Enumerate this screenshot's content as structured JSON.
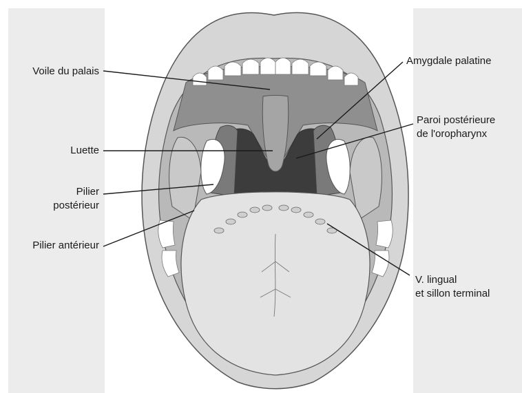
{
  "labels": {
    "voile_du_palais": "Voile du palais",
    "luette": "Luette",
    "pilier_posterieur_1": "Pilier",
    "pilier_posterieur_2": "postérieur",
    "pilier_anterieur": "Pilier antérieur",
    "amygdale_palatine": "Amygdale palatine",
    "paroi_posterieure_1": "Paroi postérieure",
    "paroi_posterieure_2": "de l'oropharynx",
    "v_lingual_1": "V. lingual",
    "v_lingual_2": "et sillon terminal"
  },
  "colors": {
    "panel": "#ececec",
    "lips": "#d6d6d6",
    "palate": "#8f8f8f",
    "pharynx": "#3c3c3c",
    "tongue": "#e3e3e3",
    "teeth": "#ffffff",
    "line": "#1a1a1a"
  }
}
